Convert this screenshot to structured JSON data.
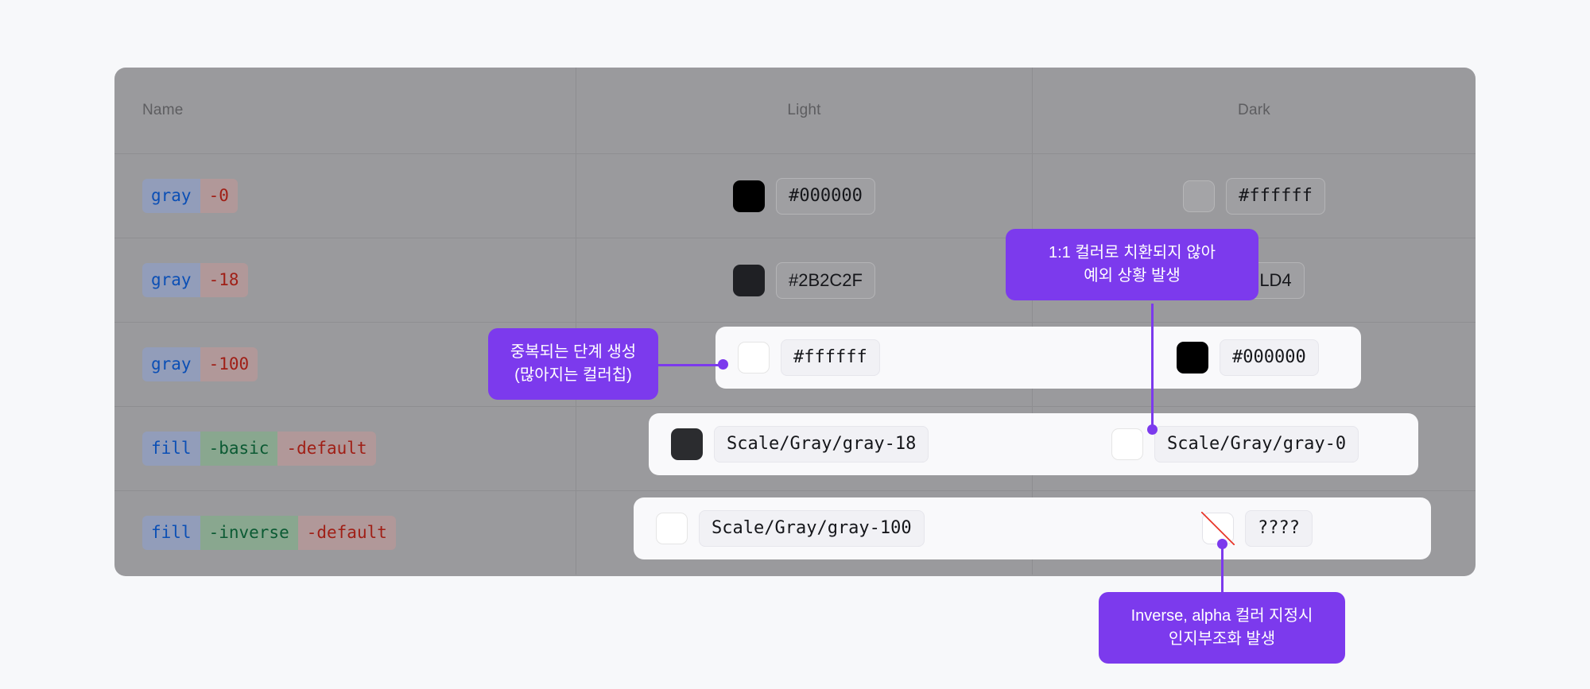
{
  "table": {
    "columns": [
      {
        "key": "name",
        "label": "Name"
      },
      {
        "key": "light",
        "label": "Light"
      },
      {
        "key": "dark",
        "label": "Dark"
      }
    ],
    "rows": [
      {
        "name_segments": [
          {
            "text": "gray",
            "kind": "base"
          },
          {
            "text": "-0",
            "kind": "end"
          }
        ],
        "light": {
          "value": "#000000",
          "swatch": "#000000",
          "swatch_kind": "solid"
        },
        "dark": {
          "value": "#ffffff",
          "swatch": "#ffffff",
          "swatch_kind": "muted"
        },
        "highlighted": false
      },
      {
        "name_segments": [
          {
            "text": "gray",
            "kind": "base"
          },
          {
            "text": "-18",
            "kind": "end"
          }
        ],
        "light": {
          "value": "#2B2C2F",
          "swatch": "#1f2024",
          "swatch_kind": "solid"
        },
        "dark": {
          "value": "LD4",
          "swatch": "#ffffff",
          "swatch_kind": "muted",
          "occluded": true
        },
        "highlighted": false
      },
      {
        "name_segments": [
          {
            "text": "gray",
            "kind": "base"
          },
          {
            "text": "-100",
            "kind": "end"
          }
        ],
        "light": {
          "value": "#ffffff",
          "swatch": "#ffffff",
          "swatch_kind": "solid"
        },
        "dark": {
          "value": "#000000",
          "swatch": "#000000",
          "swatch_kind": "solid"
        },
        "highlighted": true
      },
      {
        "name_segments": [
          {
            "text": "fill",
            "kind": "base"
          },
          {
            "text": "-basic",
            "kind": "mid"
          },
          {
            "text": "-default",
            "kind": "end"
          }
        ],
        "light": {
          "value": "Scale/Gray/gray-18",
          "swatch": "#2b2c2f",
          "swatch_kind": "solid"
        },
        "dark": {
          "value": "Scale/Gray/gray-0",
          "swatch": "#ffffff",
          "swatch_kind": "solid"
        },
        "highlighted": true
      },
      {
        "name_segments": [
          {
            "text": "fill",
            "kind": "base"
          },
          {
            "text": "-inverse",
            "kind": "mid"
          },
          {
            "text": "-default",
            "kind": "end"
          }
        ],
        "light": {
          "value": "Scale/Gray/gray-100",
          "swatch": "#ffffff",
          "swatch_kind": "solid"
        },
        "dark": {
          "value": "????",
          "swatch": "none",
          "swatch_kind": "null"
        },
        "highlighted": true
      }
    ]
  },
  "annotations": [
    {
      "id": "dark-exception",
      "text": "1:1 컬러로 치환되지 않아\n예외 상황 발생"
    },
    {
      "id": "dup-step",
      "text": "중복되는 단계 생성\n(많아지는 컬러칩)"
    },
    {
      "id": "inverse-alpha",
      "text": "Inverse, alpha 컬러 지정시\n인지부조화 발생"
    }
  ],
  "colors": {
    "page_background": "#f7f8fa",
    "table_background": "#9a9a9d",
    "row_divider": "#8e8e91",
    "highlight_overlay": "#f9f9fb",
    "annotation": "#7c3aed",
    "token_base_text": "#0b4fb5",
    "token_mid_text": "#0b5a33",
    "token_end_text": "#a01f16",
    "null_slash": "#e8382c"
  }
}
